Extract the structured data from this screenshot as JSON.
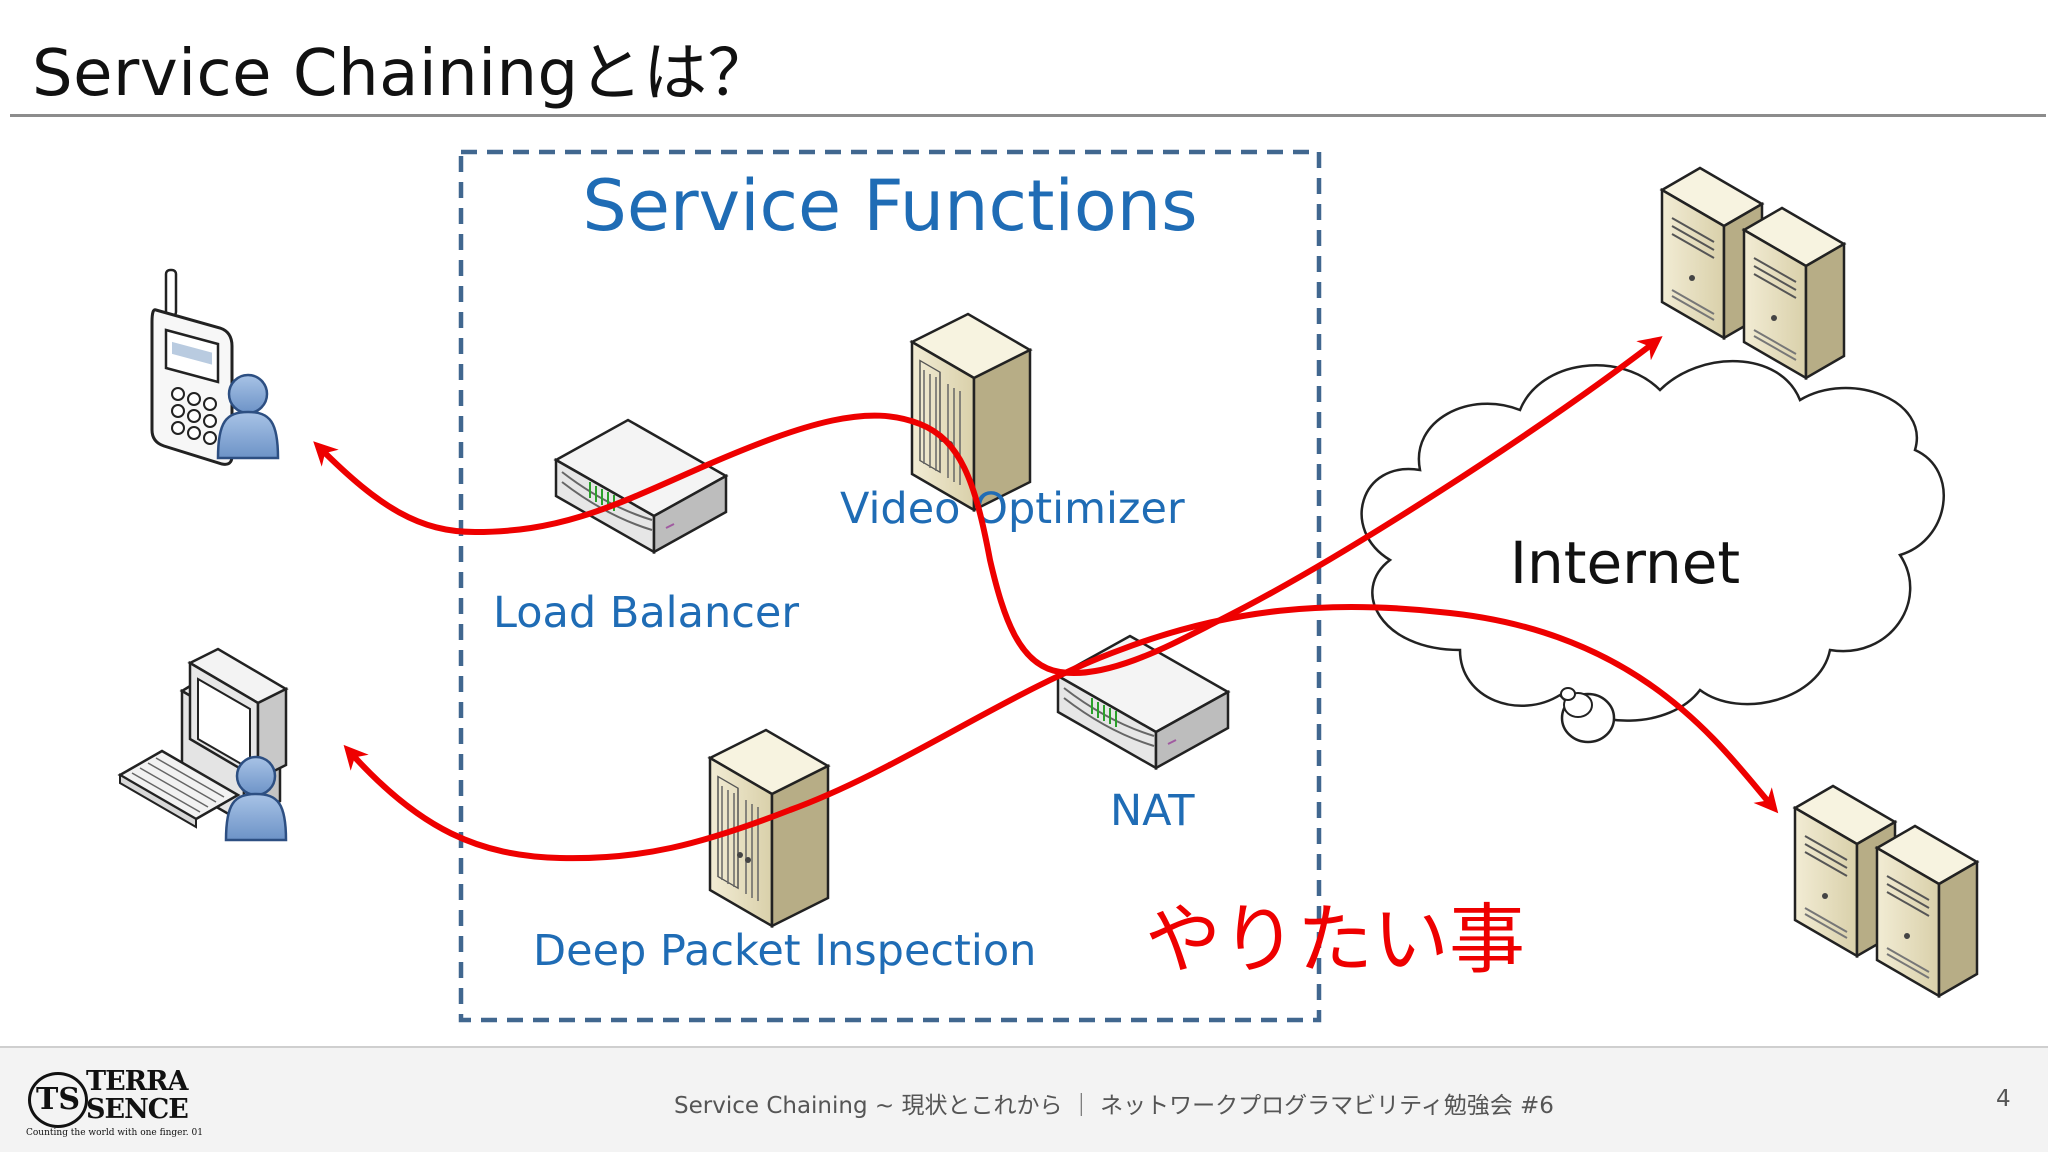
{
  "slide": {
    "title": "Service Chainingとは？",
    "page_number": "4"
  },
  "diagram": {
    "group_label": "Service Functions",
    "functions": {
      "load_balancer": "Load Balancer",
      "video_optimizer": "Video Optimizer",
      "nat": "NAT",
      "dpi": "Deep Packet Inspection"
    },
    "cloud_label": "Internet",
    "callout": "やりたい事",
    "colors": {
      "accent_blue": "#1f6cb5",
      "flow_red": "#ee0000",
      "dashed_border": "#41678f",
      "server_body": "#e7e0c4"
    }
  },
  "footer": {
    "text": "Service Chaining ~ 現状とこれから ｜ ネットワークプログラマビリティ勉強会 #6",
    "logo": {
      "mark": "TS",
      "line1": "TERRA",
      "line2": "SENCE",
      "tagline": "Counting the world with one finger. 01"
    }
  }
}
